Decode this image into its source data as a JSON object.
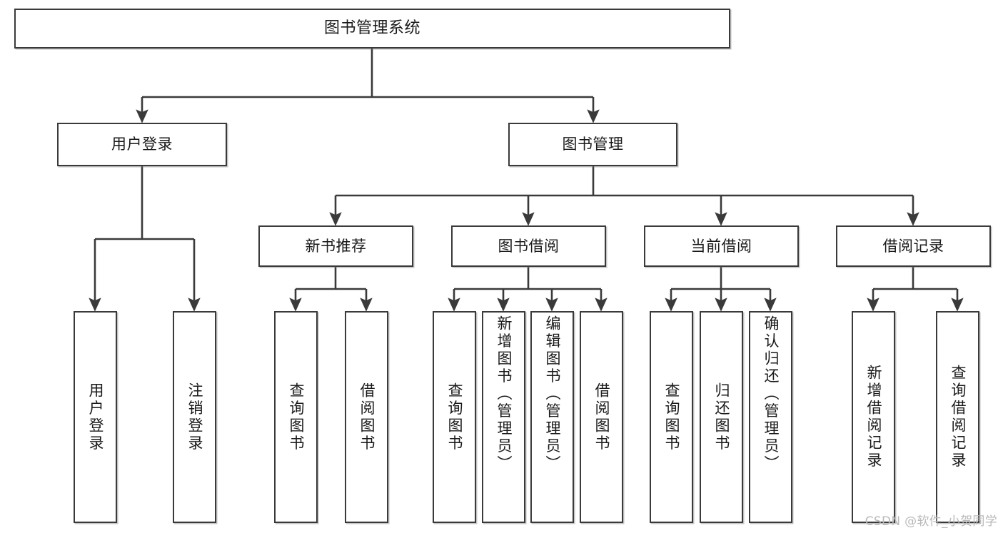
{
  "diagram": {
    "title": "图书管理系统",
    "watermark": "CSDN @软件_小贺同学",
    "stroke_color": "#3a3a3a",
    "fill_color": "#ffffff",
    "text_color": "#1a1a1a",
    "nodes": {
      "root": "图书管理系统",
      "user_login": "用户登录",
      "book_manage": "图书管理",
      "new_book_rec": "新书推荐",
      "book_borrow": "图书借阅",
      "current_borrow": "当前借阅",
      "borrow_record": "借阅记录",
      "leaf_user_login": "用户登录",
      "leaf_logout": "注销登录",
      "leaf_query_book_1": "查询图书",
      "leaf_borrow_book_1": "借阅图书",
      "leaf_query_book_2": "查询图书",
      "leaf_add_book": "新增图书（管理员）",
      "leaf_edit_book": "编辑图书（管理员）",
      "leaf_borrow_book_2": "借阅图书",
      "leaf_query_book_3": "查询图书",
      "leaf_return_book": "归还图书",
      "leaf_confirm_return": "确认归还（管理员）",
      "leaf_add_record": "新增借阅记录",
      "leaf_query_record": "查询借阅记录"
    }
  },
  "chart_data": {
    "type": "diagram",
    "subtype": "tree-hierarchy",
    "title": "图书管理系统",
    "orientation": "top-down",
    "levels": 4,
    "tree": {
      "label": "图书管理系统",
      "children": [
        {
          "label": "用户登录",
          "children": [
            {
              "label": "用户登录",
              "children": []
            },
            {
              "label": "注销登录",
              "children": []
            }
          ]
        },
        {
          "label": "图书管理",
          "children": [
            {
              "label": "新书推荐",
              "children": [
                {
                  "label": "查询图书",
                  "children": []
                },
                {
                  "label": "借阅图书",
                  "children": []
                }
              ]
            },
            {
              "label": "图书借阅",
              "children": [
                {
                  "label": "查询图书",
                  "children": []
                },
                {
                  "label": "新增图书（管理员）",
                  "children": []
                },
                {
                  "label": "编辑图书（管理员）",
                  "children": []
                },
                {
                  "label": "借阅图书",
                  "children": []
                }
              ]
            },
            {
              "label": "当前借阅",
              "children": [
                {
                  "label": "查询图书",
                  "children": []
                },
                {
                  "label": "归还图书",
                  "children": []
                },
                {
                  "label": "确认归还（管理员）",
                  "children": []
                }
              ]
            },
            {
              "label": "借阅记录",
              "children": [
                {
                  "label": "新增借阅记录",
                  "children": []
                },
                {
                  "label": "查询借阅记录",
                  "children": []
                }
              ]
            }
          ]
        }
      ]
    },
    "edge_style": "orthogonal-arrow",
    "node_count": 20,
    "edge_count": 19
  }
}
